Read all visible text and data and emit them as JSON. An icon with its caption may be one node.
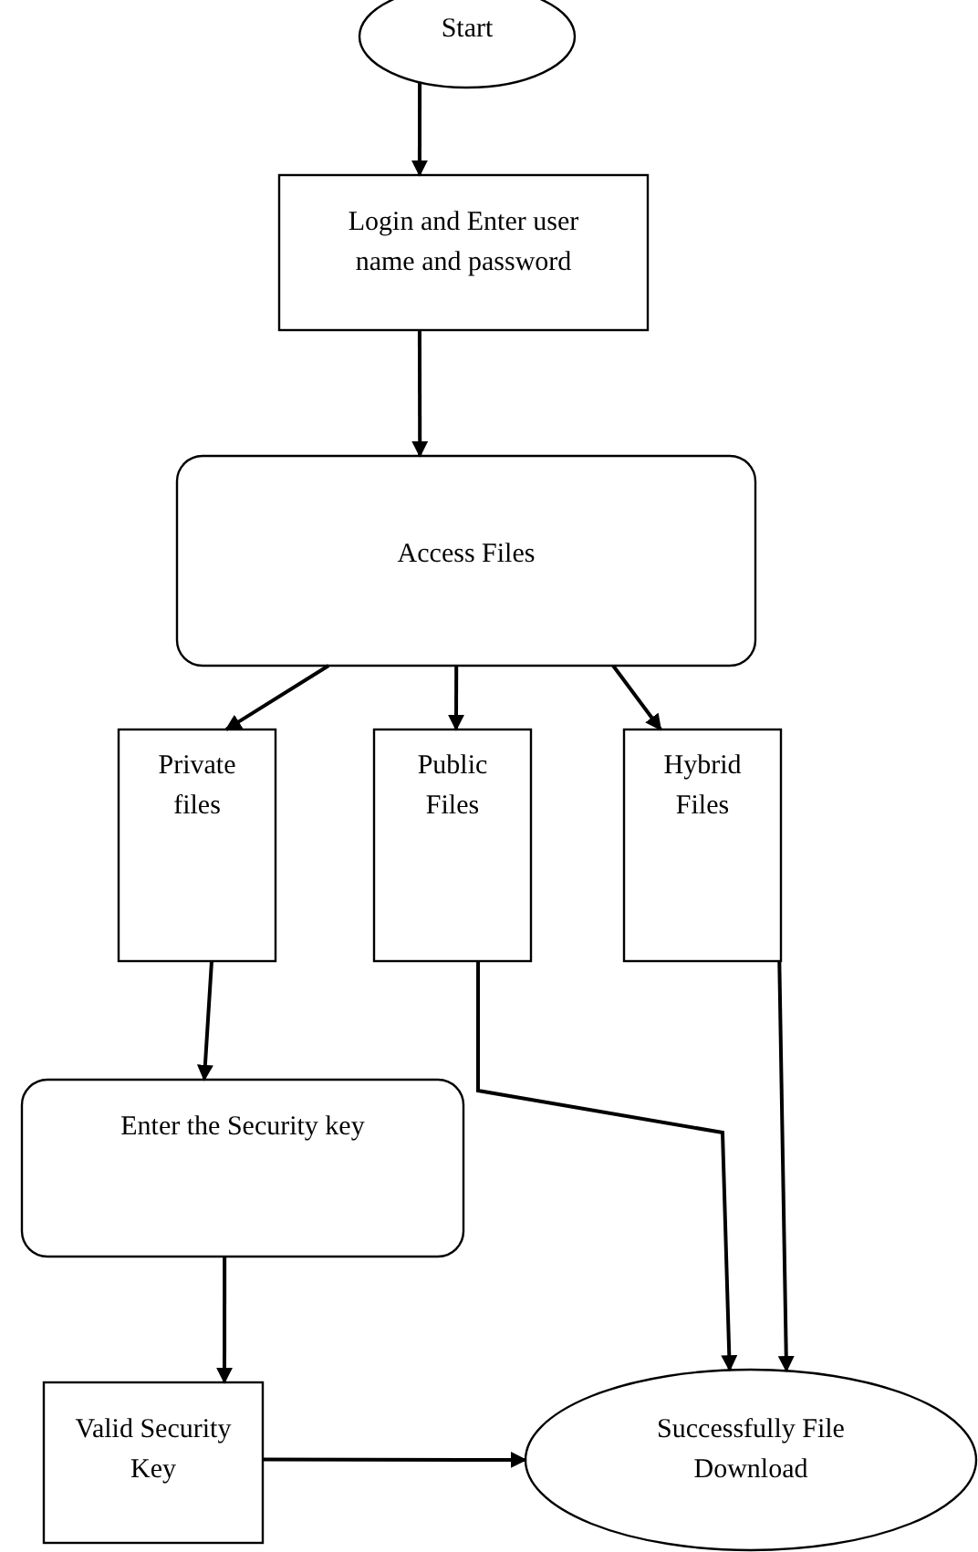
{
  "diagram": {
    "nodes": [
      {
        "text": [
          "Start"
        ]
      },
      {
        "text": [
          "Login and Enter user name and password"
        ]
      },
      {
        "text": [
          "Access Files"
        ]
      },
      {
        "text": [
          "Private files"
        ]
      },
      {
        "text": [
          "Public Files"
        ]
      },
      {
        "text": [
          "Hybrid Files"
        ]
      },
      {
        "text": [
          "Enter the Security key"
        ]
      },
      {
        "text": [
          "Valid Security Key"
        ]
      },
      {
        "text": [
          "Successfully File Download"
        ]
      }
    ],
    "edges": [
      {
        "from": 0,
        "to": 1,
        "arrow": "to"
      },
      {
        "from": 1,
        "to": 2,
        "arrow": "to"
      },
      {
        "from": 2,
        "to": 3,
        "arrow": "to"
      },
      {
        "from": 2,
        "to": 4,
        "arrow": "to"
      },
      {
        "from": 2,
        "to": 5,
        "arrow": "to"
      },
      {
        "from": 3,
        "to": 6,
        "arrow": "to"
      },
      {
        "from": 6,
        "to": 7,
        "arrow": "to"
      },
      {
        "from": 7,
        "to": 8,
        "arrow": "to"
      },
      {
        "from": 4,
        "to": 8,
        "arrow": "to"
      },
      {
        "from": 5,
        "to": 8,
        "arrow": "to"
      }
    ]
  }
}
